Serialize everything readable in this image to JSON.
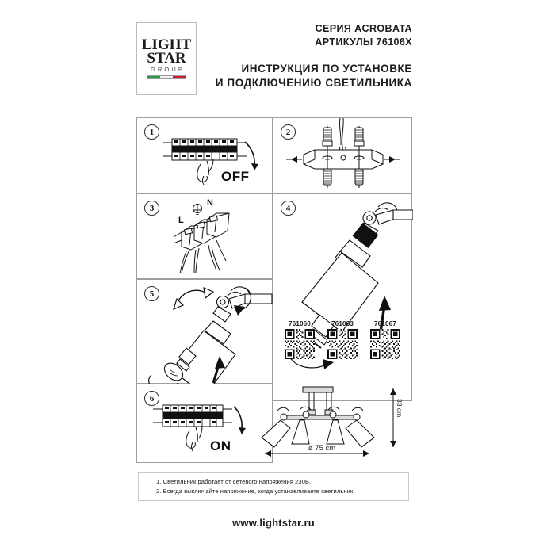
{
  "document": {
    "brand": {
      "logo_line1": "LIGHT",
      "logo_line2": "STAR",
      "logo_sub": "GROUP",
      "flag_green": "#2e9e45",
      "flag_white": "#f2f2f2",
      "flag_red": "#d6192e"
    },
    "header": {
      "series": "СЕРИЯ ACROBATA",
      "articles": "АРТИКУЛЫ 76106X",
      "title_line1": "ИНСТРУКЦИЯ ПО УСТАНОВКЕ",
      "title_line2": "И ПОДКЛЮЧЕНИЮ СВЕТИЛЬНИКА"
    },
    "steps": [
      {
        "number": "1",
        "label": "OFF",
        "icon": "circuit-breaker-off-icon"
      },
      {
        "number": "2",
        "label": "",
        "icon": "mounting-bracket-icon"
      },
      {
        "number": "3",
        "label": "",
        "icon": "terminal-block-icon",
        "terminal_live": "L",
        "terminal_neutral": "N",
        "terminal_earth": "earth-symbol"
      },
      {
        "number": "4",
        "label": "",
        "icon": "lamp-shade-bulb-icon"
      },
      {
        "number": "5",
        "label": "",
        "icon": "lamp-adjust-icon"
      },
      {
        "number": "6",
        "label": "ON",
        "icon": "circuit-breaker-on-icon"
      }
    ],
    "products": [
      {
        "code": "761060"
      },
      {
        "code": "761063"
      },
      {
        "code": "761067"
      }
    ],
    "dimensions": {
      "width": "ø 75 cm",
      "height": "33 cm"
    },
    "notes": [
      "1. Светильник работает от сетевого напряжения 230В.",
      "2. Всегда выключайте напряжение, когда устанавливаете светильник."
    ],
    "footer": {
      "url": "www.lightstar.ru"
    }
  }
}
